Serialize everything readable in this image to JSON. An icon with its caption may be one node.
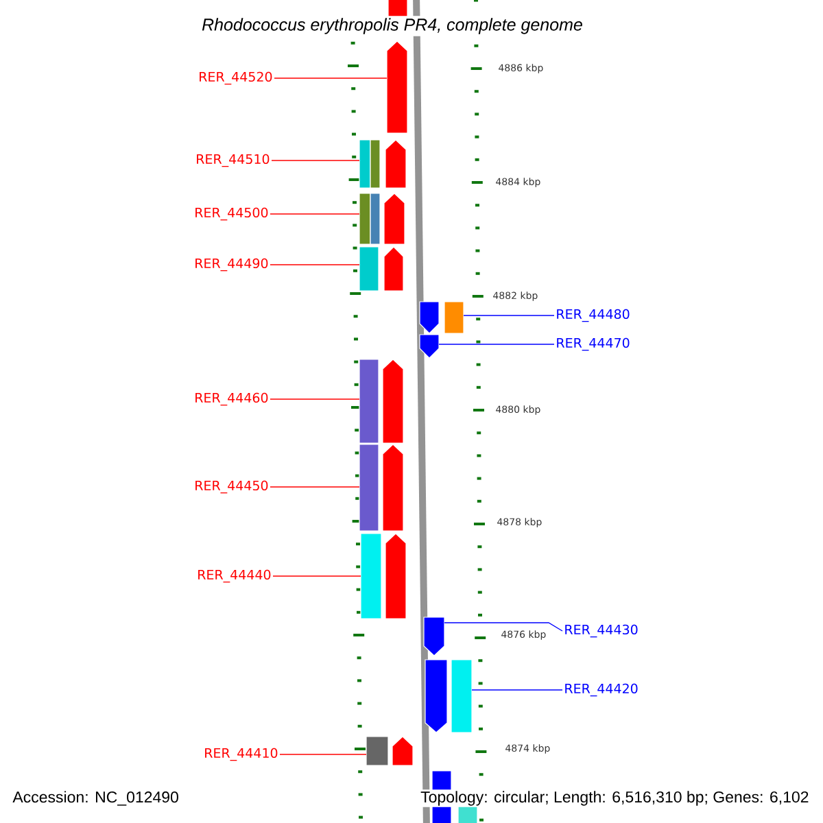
{
  "diagram": {
    "title": "Rhodococcus erythropolis PR4, complete genome",
    "nodes": [
      {
        "text": [
          "RER_44520"
        ]
      },
      {
        "text": [
          "RER_44510"
        ]
      },
      {
        "text": [
          "RER_44500"
        ]
      },
      {
        "text": [
          "RER_44490"
        ]
      },
      {
        "text": [
          "RER_44480"
        ]
      },
      {
        "text": [
          "RER_44470"
        ]
      },
      {
        "text": [
          "RER_44460"
        ]
      },
      {
        "text": [
          "RER_44450"
        ]
      },
      {
        "text": [
          "RER_44440"
        ]
      },
      {
        "text": [
          "RER_44430"
        ]
      },
      {
        "text": [
          "RER_44420"
        ]
      },
      {
        "text": [
          "RER_44410"
        ]
      },
      {
        "text": [],
        "shape": "arrow"
      },
      {
        "text": [],
        "shape": "arrow"
      },
      {
        "text": [],
        "shape": "arrow"
      },
      {
        "text": [],
        "shape": "arrow"
      },
      {
        "text": [],
        "shape": "arrow"
      },
      {
        "text": [],
        "shape": "arrow"
      },
      {
        "text": [],
        "shape": "arrow"
      },
      {
        "text": [],
        "shape": "arrow"
      },
      {
        "text": [],
        "shape": "arrow"
      },
      {
        "text": [],
        "shape": "arrow"
      },
      {
        "text": [],
        "shape": "arrow"
      },
      {
        "text": [],
        "shape": "arrow"
      },
      {
        "text": [],
        "shape": "arrow"
      },
      {
        "text": [],
        "shape": "arrow"
      }
    ],
    "edges": [
      {
        "from": 0,
        "to": 13,
        "arrow": "none"
      },
      {
        "from": 1,
        "to": 14,
        "arrow": "none"
      },
      {
        "from": 2,
        "to": 15,
        "arrow": "none"
      },
      {
        "from": 3,
        "to": 16,
        "arrow": "none"
      },
      {
        "from": 4,
        "to": 17,
        "arrow": "none",
        "color": "#0000ff"
      },
      {
        "from": 5,
        "to": 18,
        "arrow": "none",
        "color": "#0000ff"
      },
      {
        "from": 6,
        "to": 19,
        "arrow": "none"
      },
      {
        "from": 7,
        "to": 20,
        "arrow": "none"
      },
      {
        "from": 8,
        "to": 21,
        "arrow": "none"
      },
      {
        "from": 9,
        "to": 22,
        "arrow": "none",
        "color": "#0000ff"
      },
      {
        "from": 10,
        "to": 23,
        "arrow": "none",
        "color": "#0000ff"
      },
      {
        "from": 11,
        "to": 24,
        "arrow": "none"
      }
    ],
    "labels": [
      "4886 kbp",
      "4884 kbp",
      "4882 kbp",
      "4880 kbp",
      "4878 kbp",
      "4876 kbp",
      "4874 kbp",
      "Accession: NC_012490",
      "Topology: circular; Length: 6,516,310 bp; Genes: 6,102"
    ]
  }
}
